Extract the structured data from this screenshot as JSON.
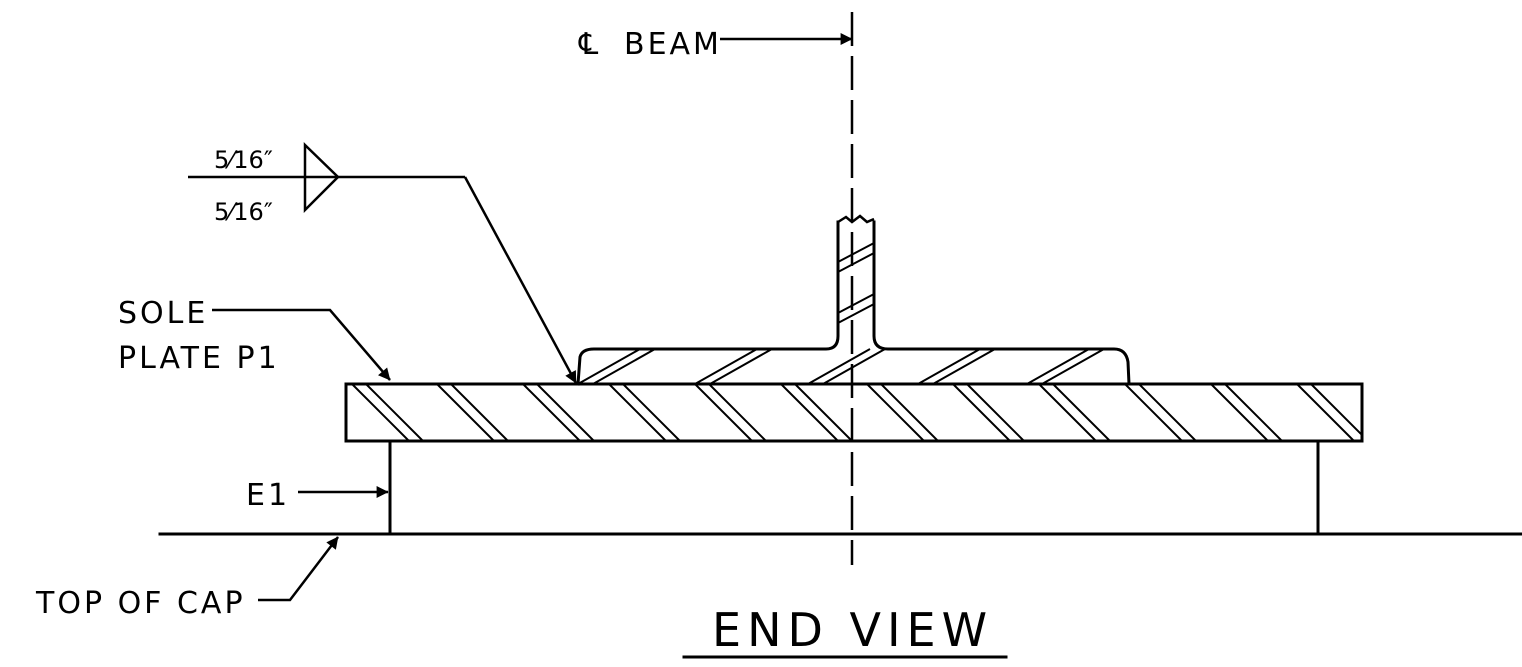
{
  "drawing": {
    "view_title": "END VIEW",
    "labels": {
      "centerline_symbol": "℄",
      "centerline_text": "BEAM",
      "sole_plate_line1": "SOLE",
      "sole_plate_line2": "PLATE P1",
      "e1": "E1",
      "top_of_cap": "TOP OF CAP"
    },
    "weld": {
      "arrow_side_size": "5⁄16″",
      "other_side_size": "5⁄16″",
      "type": "fillet, both sides"
    }
  }
}
